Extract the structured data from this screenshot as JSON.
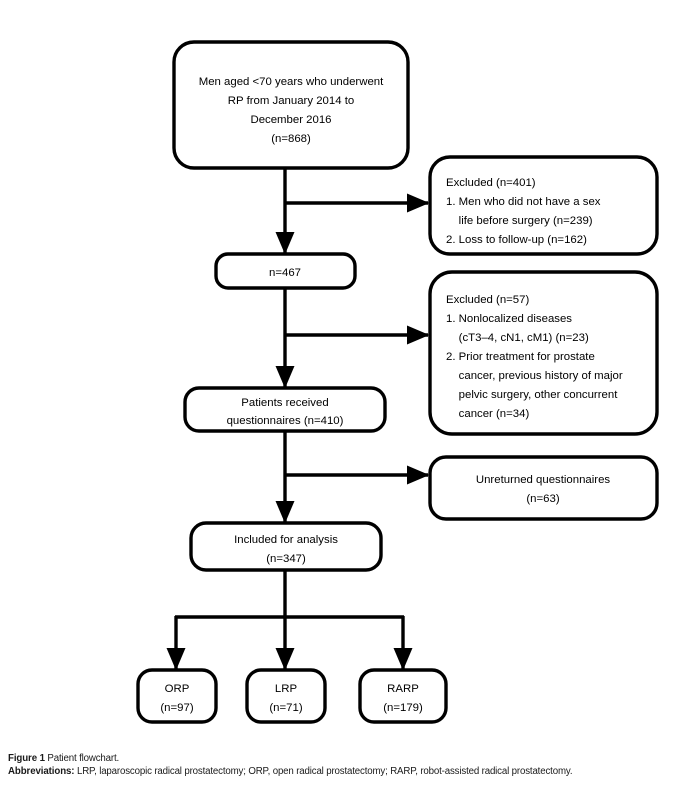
{
  "figure": {
    "caption_label": "Figure 1",
    "caption_title": "Patient flowchart.",
    "abbreviations_label": "Abbreviations:",
    "abbreviations_text": "LRP, laparoscopic radical prostatectomy; ORP, open radical prostatectomy; RARP, robot-assisted radical prostatectomy."
  },
  "colors": {
    "stroke": "#000000",
    "text": "#000000",
    "background": "#ffffff"
  },
  "nodes": {
    "cohort": {
      "lines": [
        "Men aged <70 years who underwent",
        "RP from January 2014 to",
        "December 2016",
        "(n=868)"
      ]
    },
    "eligible": {
      "lines": [
        "n=467"
      ]
    },
    "questionnaires_received": {
      "lines": [
        "Patients received",
        "questionnaires (n=410)"
      ]
    },
    "included": {
      "lines": [
        "Included for analysis",
        "(n=347)"
      ]
    },
    "excluded_first": {
      "lines": [
        "Excluded (n=401)",
        "1. Men who did not have a sex",
        "    life before surgery (n=239)",
        "2. Loss to follow-up (n=162)"
      ]
    },
    "excluded_second": {
      "lines": [
        "Excluded (n=57)",
        "1. Nonlocalized diseases",
        "    (cT3–4, cN1, cM1) (n=23)",
        "2. Prior treatment for prostate",
        "    cancer, previous history of major",
        "    pelvic surgery, other concurrent",
        "    cancer (n=34)"
      ]
    },
    "unreturned": {
      "lines": [
        "Unreturned questionnaires",
        "(n=63)"
      ]
    },
    "orp": {
      "lines": [
        "ORP",
        "(n=97)"
      ]
    },
    "lrp": {
      "lines": [
        "LRP",
        "(n=71)"
      ]
    },
    "rarp": {
      "lines": [
        "RARP",
        "(n=179)"
      ]
    }
  }
}
